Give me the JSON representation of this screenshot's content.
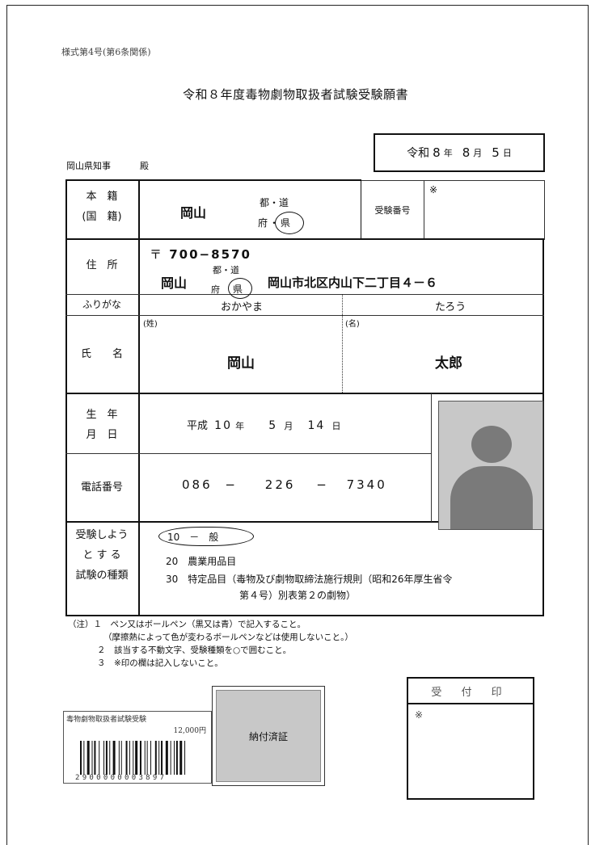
{
  "form_ref": "様式第4号(第6条関係)",
  "title": "令和８年度毒物劇物取扱者試験受験願書",
  "date": {
    "era": "令和",
    "year": "8",
    "year_unit": "年",
    "month": "8",
    "month_unit": "月",
    "day": "5",
    "day_unit": "日"
  },
  "addressee": {
    "name": "岡山県知事",
    "honorific": "殿"
  },
  "exam_number": {
    "label": "受験番号",
    "mark": "※"
  },
  "domicile": {
    "label_line1": "本　籍",
    "label_line2": "(国　籍)",
    "pref": "岡山",
    "opt_to_do": "都・道",
    "opt_fu": "府",
    "opt_dot": "・",
    "opt_ken": "県"
  },
  "address": {
    "label": "住　所",
    "postal_mark": "〒",
    "postal_code": "700−8570",
    "pref": "岡山",
    "opt_to_do": "都・道",
    "opt_fu": "府",
    "opt_ken": "県",
    "street": "岡山市北区内山下二丁目４－６"
  },
  "furigana": {
    "label": "ふりがな",
    "family": "おかやま",
    "given": "たろう"
  },
  "name": {
    "label": "氏　　名",
    "family_tag": "(姓)",
    "given_tag": "(名)",
    "family": "岡山",
    "given": "太郎"
  },
  "birth": {
    "label_line1": "生　年",
    "label_line2": "月　日",
    "era": "平成",
    "year": "10",
    "year_unit": "年",
    "month": "5",
    "month_unit": "月",
    "day": "14",
    "day_unit": "日"
  },
  "phone": {
    "label": "電話番号",
    "part1": "086",
    "sep1": "−",
    "part2": "226",
    "sep2": "−",
    "part3": "7340"
  },
  "exam_type": {
    "label_line1": "受験しよう",
    "label_line2": "と す る",
    "label_line3": "試験の種類",
    "opt1": "10　－　般",
    "opt2": "20　農業用品目",
    "opt3_line1": "30　特定品目（毒物及び劇物取締法施行規則（昭和26年厚生省令",
    "opt3_line2": "第４号）別表第２の劇物）"
  },
  "notes": {
    "n1": "（注）１　ペン又はボールペン（黒又は青）で記入すること。",
    "n1b": "（摩擦熱によって色が変わるボールペンなどは使用しないこと。）",
    "n2": "２　該当する不動文字、受験種類を○で囲むこと。",
    "n3": "３　※印の欄は記入しないこと。"
  },
  "fee_stamp": {
    "title": "毒物劇物取扱者試験受験",
    "amount": "12,000円",
    "barcode_digits": "2900000003897"
  },
  "payment_proof": {
    "label": "納付済証"
  },
  "reception": {
    "label": "受 付 印",
    "mark": "※"
  }
}
